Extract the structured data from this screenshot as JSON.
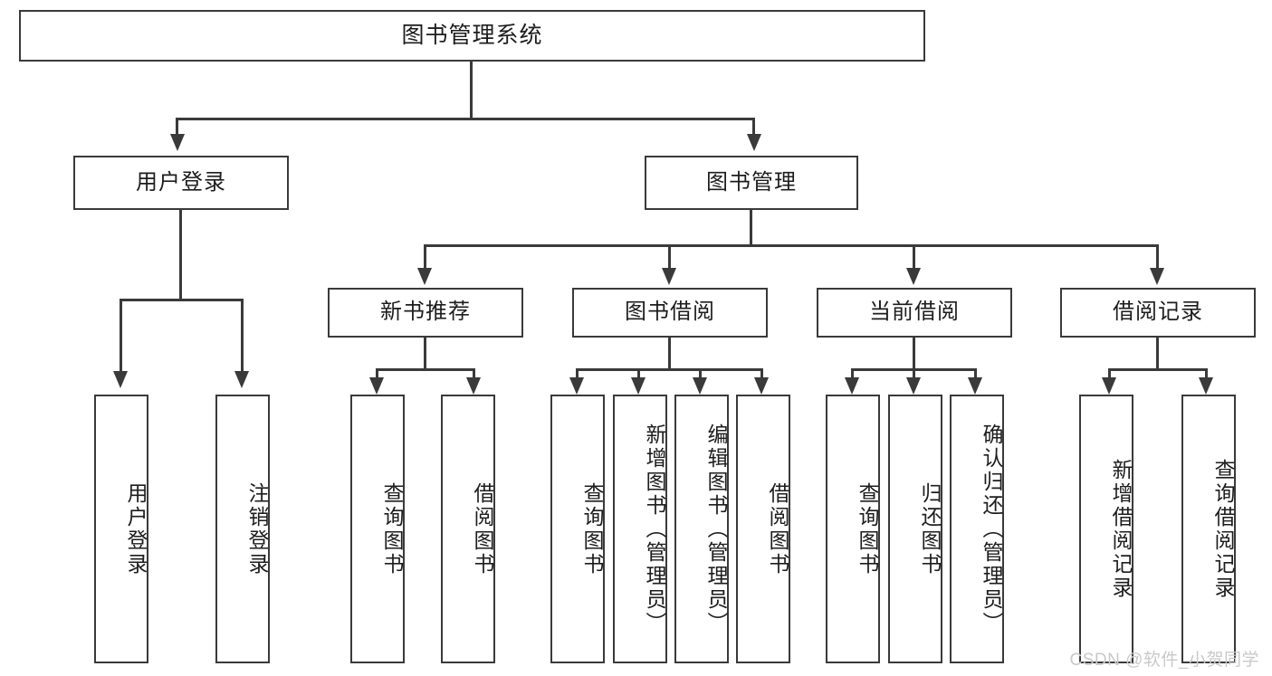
{
  "diagram": {
    "type": "tree",
    "title": "图书管理系统",
    "root": {
      "label": "图书管理系统"
    },
    "level2": [
      {
        "label": "用户登录"
      },
      {
        "label": "图书管理"
      }
    ],
    "level3": [
      {
        "label": "新书推荐"
      },
      {
        "label": "图书借阅"
      },
      {
        "label": "当前借阅"
      },
      {
        "label": "借阅记录"
      }
    ],
    "leaves": {
      "user_login": [
        {
          "label": "用户登录"
        },
        {
          "label": "注销登录"
        }
      ],
      "new_book_recommend": [
        {
          "label": "查询图书"
        },
        {
          "label": "借阅图书"
        }
      ],
      "book_borrow": [
        {
          "label": "查询图书"
        },
        {
          "label": "新增图书（管理员）"
        },
        {
          "label": "编辑图书（管理员）"
        },
        {
          "label": "借阅图书"
        }
      ],
      "current_borrow": [
        {
          "label": "查询图书"
        },
        {
          "label": "归还图书"
        },
        {
          "label": "确认归还（管理员）"
        }
      ],
      "borrow_record": [
        {
          "label": "新增借阅记录"
        },
        {
          "label": "查询借阅记录"
        }
      ]
    }
  },
  "watermark": {
    "text": "CSDN @软件_小贺同学"
  },
  "colors": {
    "stroke": "#3a3a3a",
    "background": "#ffffff",
    "text": "#1d1d1d",
    "watermark": "#c9c9c9"
  }
}
